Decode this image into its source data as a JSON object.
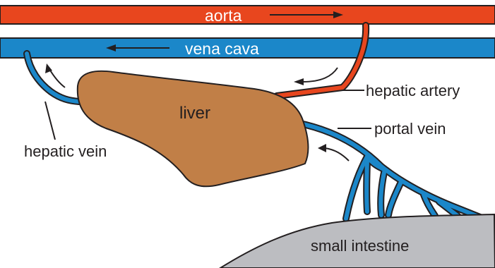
{
  "labels": {
    "aorta": "aorta",
    "vena_cava": "vena cava",
    "liver": "liver",
    "hepatic_artery": "hepatic artery",
    "portal_vein": "portal vein",
    "hepatic_vein": "hepatic vein",
    "small_intestine": "small intestine"
  },
  "colors": {
    "aorta": "#e8461e",
    "vena_cava": "#1b87c9",
    "liver": "#c17f47",
    "intestine": "#bcbdc1",
    "outline": "#231f20",
    "text": "#231f20"
  }
}
